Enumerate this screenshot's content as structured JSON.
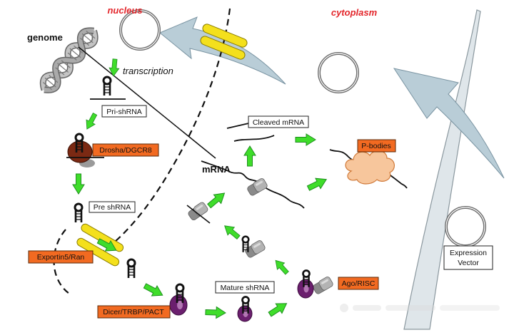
{
  "regions": {
    "nucleus": "nucleus",
    "cytoplasm": "cytoplasm"
  },
  "labels": {
    "genome": "genome",
    "transcription": "transcription",
    "pri_shrna": "Pri-shRNA",
    "drosha": "Drosha/DGCR8",
    "pre_shrna": "Pre shRNA",
    "exportin": "Exportin5/Ran",
    "cleaved_mrna": "Cleaved mRNA",
    "mrna": "mRNA",
    "p_bodies": "P-bodies",
    "mature_shrna": "Mature shRNA",
    "ago_risc": "Ago/RISC",
    "dicer": "Dicer/TRBP/PACT",
    "expression_vector": [
      "Expression",
      "Vector"
    ]
  },
  "colors": {
    "region_label": "#e3262b",
    "label_box": "#f26a21",
    "arrow": "#3fdd2a",
    "nuclear_pore": "#f4e01c",
    "dicer_ago_complex": "#6b1f6e",
    "p_bodies": "#f7c69c"
  },
  "icons": [
    "dna-helix",
    "plasmid-ring",
    "shrna-hairpin",
    "nuclear-pore",
    "p-body-cloud"
  ]
}
